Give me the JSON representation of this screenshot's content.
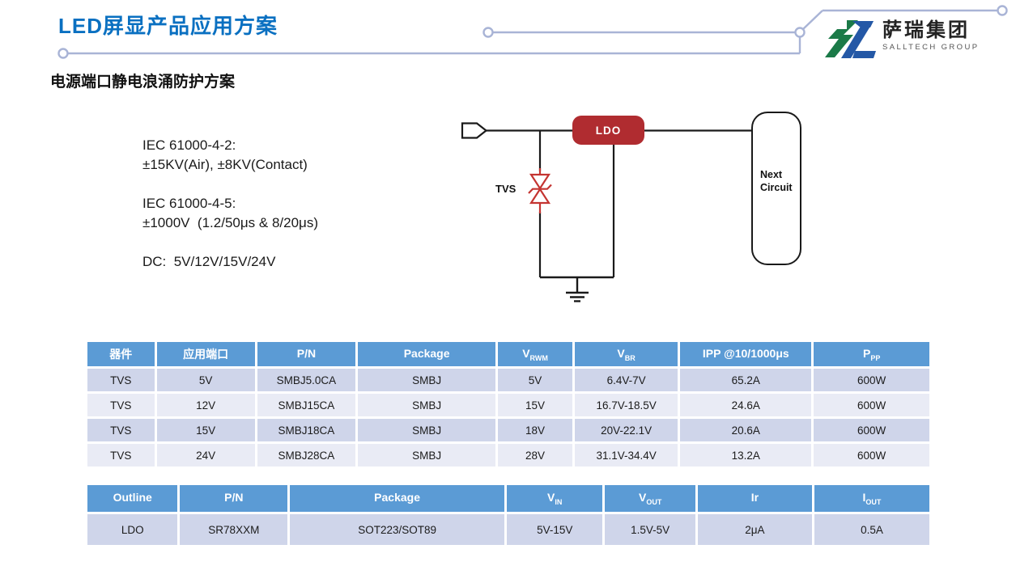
{
  "header": {
    "title": "LED屏显产品应用方案",
    "subtitle": "电源端口静电浪涌防护方案",
    "logo": {
      "cn": "萨瑞集团",
      "en": "SALLTECH GROUP"
    }
  },
  "specs": {
    "esd_title": "IEC 61000-4-2:",
    "esd_value": "±15KV(Air), ±8KV(Contact)",
    "surge_title": "IEC 61000-4-5:",
    "surge_value": "±1000V  (1.2/50μs & 8/20μs)",
    "dc_line": "DC:  5V/12V/15V/24V"
  },
  "circuit": {
    "ldo_label": "LDO",
    "tvs_label": "TVS",
    "next_circuit_line1": "Next",
    "next_circuit_line2": "Circuit"
  },
  "colors": {
    "title_blue": "#0A70C1",
    "table_header_blue": "#5B9BD5",
    "row_dark": "#CFD5EA",
    "row_light": "#E9EBF5",
    "ldo_red": "#B02C30",
    "diode_red": "#C43431",
    "trace_blue_gray": "#A9B4D6",
    "logo_green": "#1B7A48",
    "logo_blue": "#2458A6"
  },
  "tables": {
    "tvs": {
      "headers": [
        {
          "label": "器件",
          "sub": ""
        },
        {
          "label": "应用端口",
          "sub": ""
        },
        {
          "label": "P/N",
          "sub": ""
        },
        {
          "label": "Package",
          "sub": ""
        },
        {
          "label": "V",
          "sub": "RWM"
        },
        {
          "label": "V",
          "sub": "BR"
        },
        {
          "label": "IPP @10/1000μs",
          "sub": ""
        },
        {
          "label": "P",
          "sub": "PP"
        }
      ],
      "rows": [
        [
          "TVS",
          "5V",
          "SMBJ5.0CA",
          "SMBJ",
          "5V",
          "6.4V-7V",
          "65.2A",
          "600W"
        ],
        [
          "TVS",
          "12V",
          "SMBJ15CA",
          "SMBJ",
          "15V",
          "16.7V-18.5V",
          "24.6A",
          "600W"
        ],
        [
          "TVS",
          "15V",
          "SMBJ18CA",
          "SMBJ",
          "18V",
          "20V-22.1V",
          "20.6A",
          "600W"
        ],
        [
          "TVS",
          "24V",
          "SMBJ28CA",
          "SMBJ",
          "28V",
          "31.1V-34.4V",
          "13.2A",
          "600W"
        ]
      ]
    },
    "ldo": {
      "headers": [
        {
          "label": "Outline",
          "sub": ""
        },
        {
          "label": "P/N",
          "sub": ""
        },
        {
          "label": "Package",
          "sub": ""
        },
        {
          "label": "V",
          "sub": "IN"
        },
        {
          "label": "V",
          "sub": "OUT"
        },
        {
          "label": "Ir",
          "sub": ""
        },
        {
          "label": "I",
          "sub": "OUT"
        }
      ],
      "rows": [
        [
          "LDO",
          "SR78XXM",
          "SOT223/SOT89",
          "5V-15V",
          "1.5V-5V",
          "2μA",
          "0.5A"
        ]
      ]
    }
  }
}
